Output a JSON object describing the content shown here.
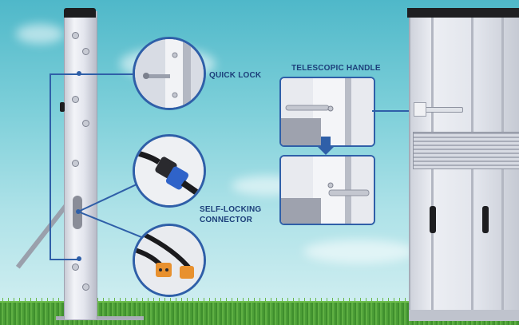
{
  "labels": {
    "quick_lock": "QUICK LOCK",
    "self_locking_line1": "SELF-LOCKING",
    "self_locking_line2": "CONNECTOR",
    "telescopic_handle": "TELESCOPIC HANDLE"
  },
  "colors": {
    "accent_blue": "#2f5fa8",
    "label_text": "#1c3f7a",
    "sky_top": "#4fb8c9",
    "grass": "#4c9e37"
  },
  "icons": {
    "arrow": "down-arrow-icon"
  }
}
